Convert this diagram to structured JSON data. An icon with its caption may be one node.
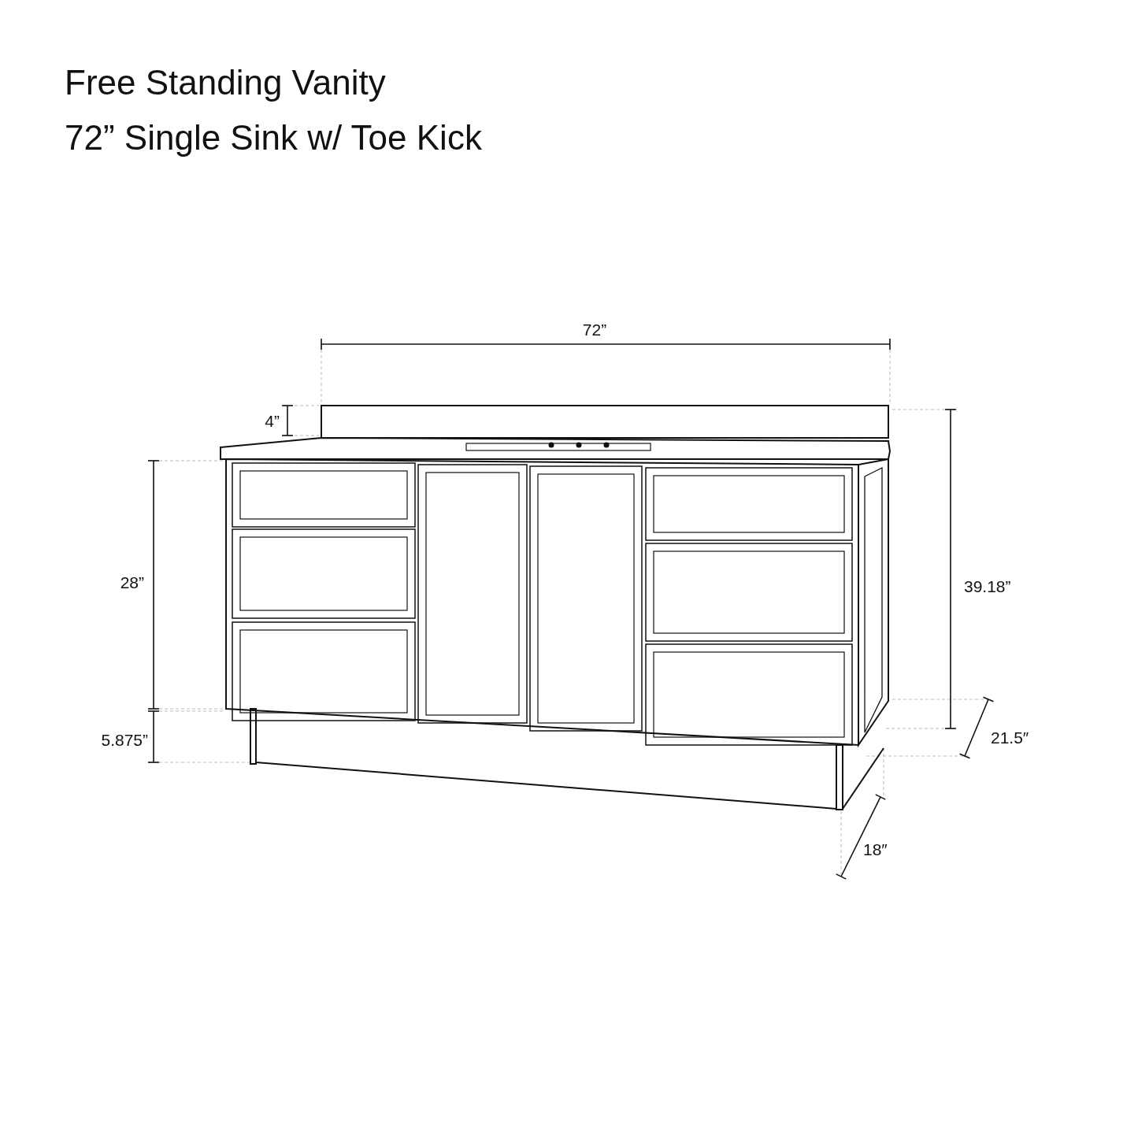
{
  "diagram": {
    "title": "Free Standing Vanity",
    "labels": [
      "72” Single Sink w/ Toe Kick",
      "72”",
      "4”",
      "28”",
      "39.18”",
      "5.875”",
      "21.5″",
      "18″"
    ]
  }
}
